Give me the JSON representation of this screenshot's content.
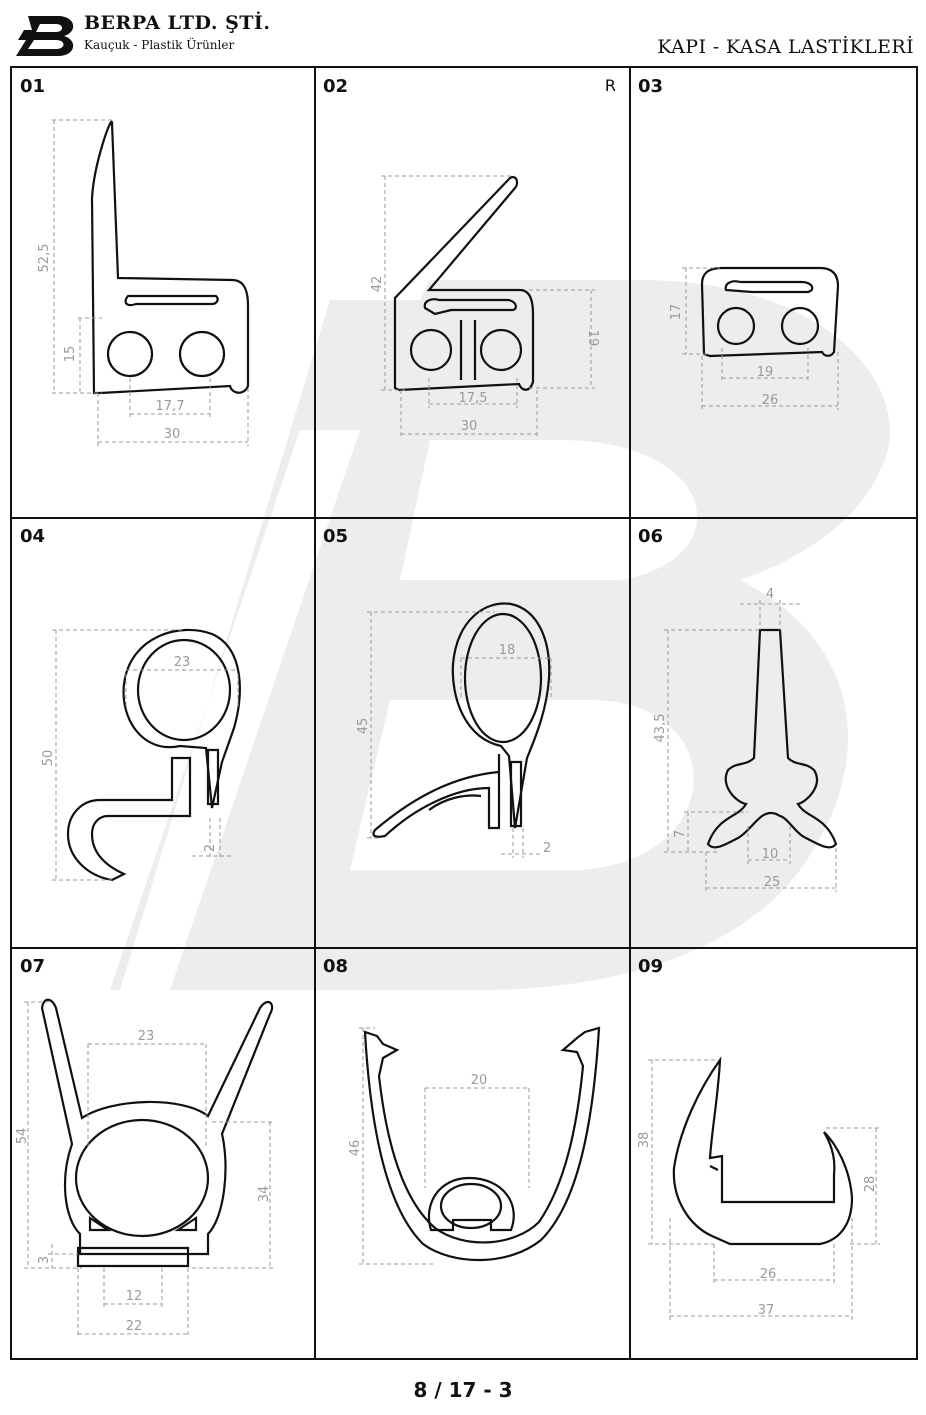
{
  "header": {
    "company_name": "BERPA LTD. ŞTİ.",
    "tagline": "Kauçuk - Plastik Ürünler",
    "category_title": "KAPI - KASA LASTİKLERİ"
  },
  "colors": {
    "outline": "#111111",
    "dimension": "#9a9a9a",
    "watermark": "#ececec"
  },
  "profiles": [
    {
      "number": "01",
      "mark": "",
      "dimensions": [
        "52,5",
        "15",
        "17,7",
        "30"
      ]
    },
    {
      "number": "02",
      "mark": "R",
      "dimensions": [
        "42",
        "19",
        "17,5",
        "30"
      ]
    },
    {
      "number": "03",
      "mark": "",
      "dimensions": [
        "17",
        "19",
        "26"
      ]
    },
    {
      "number": "04",
      "mark": "",
      "dimensions": [
        "23",
        "50",
        "2"
      ]
    },
    {
      "number": "05",
      "mark": "",
      "dimensions": [
        "18",
        "45",
        "2"
      ]
    },
    {
      "number": "06",
      "mark": "",
      "dimensions": [
        "4",
        "43,5",
        "7",
        "10",
        "25"
      ]
    },
    {
      "number": "07",
      "mark": "",
      "dimensions": [
        "23",
        "54",
        "34",
        "3",
        "12",
        "22"
      ]
    },
    {
      "number": "08",
      "mark": "",
      "dimensions": [
        "20",
        "46"
      ]
    },
    {
      "number": "09",
      "mark": "",
      "dimensions": [
        "38",
        "28",
        "26",
        "37"
      ]
    }
  ],
  "footer": {
    "page_number": "8 / 17 - 3"
  }
}
